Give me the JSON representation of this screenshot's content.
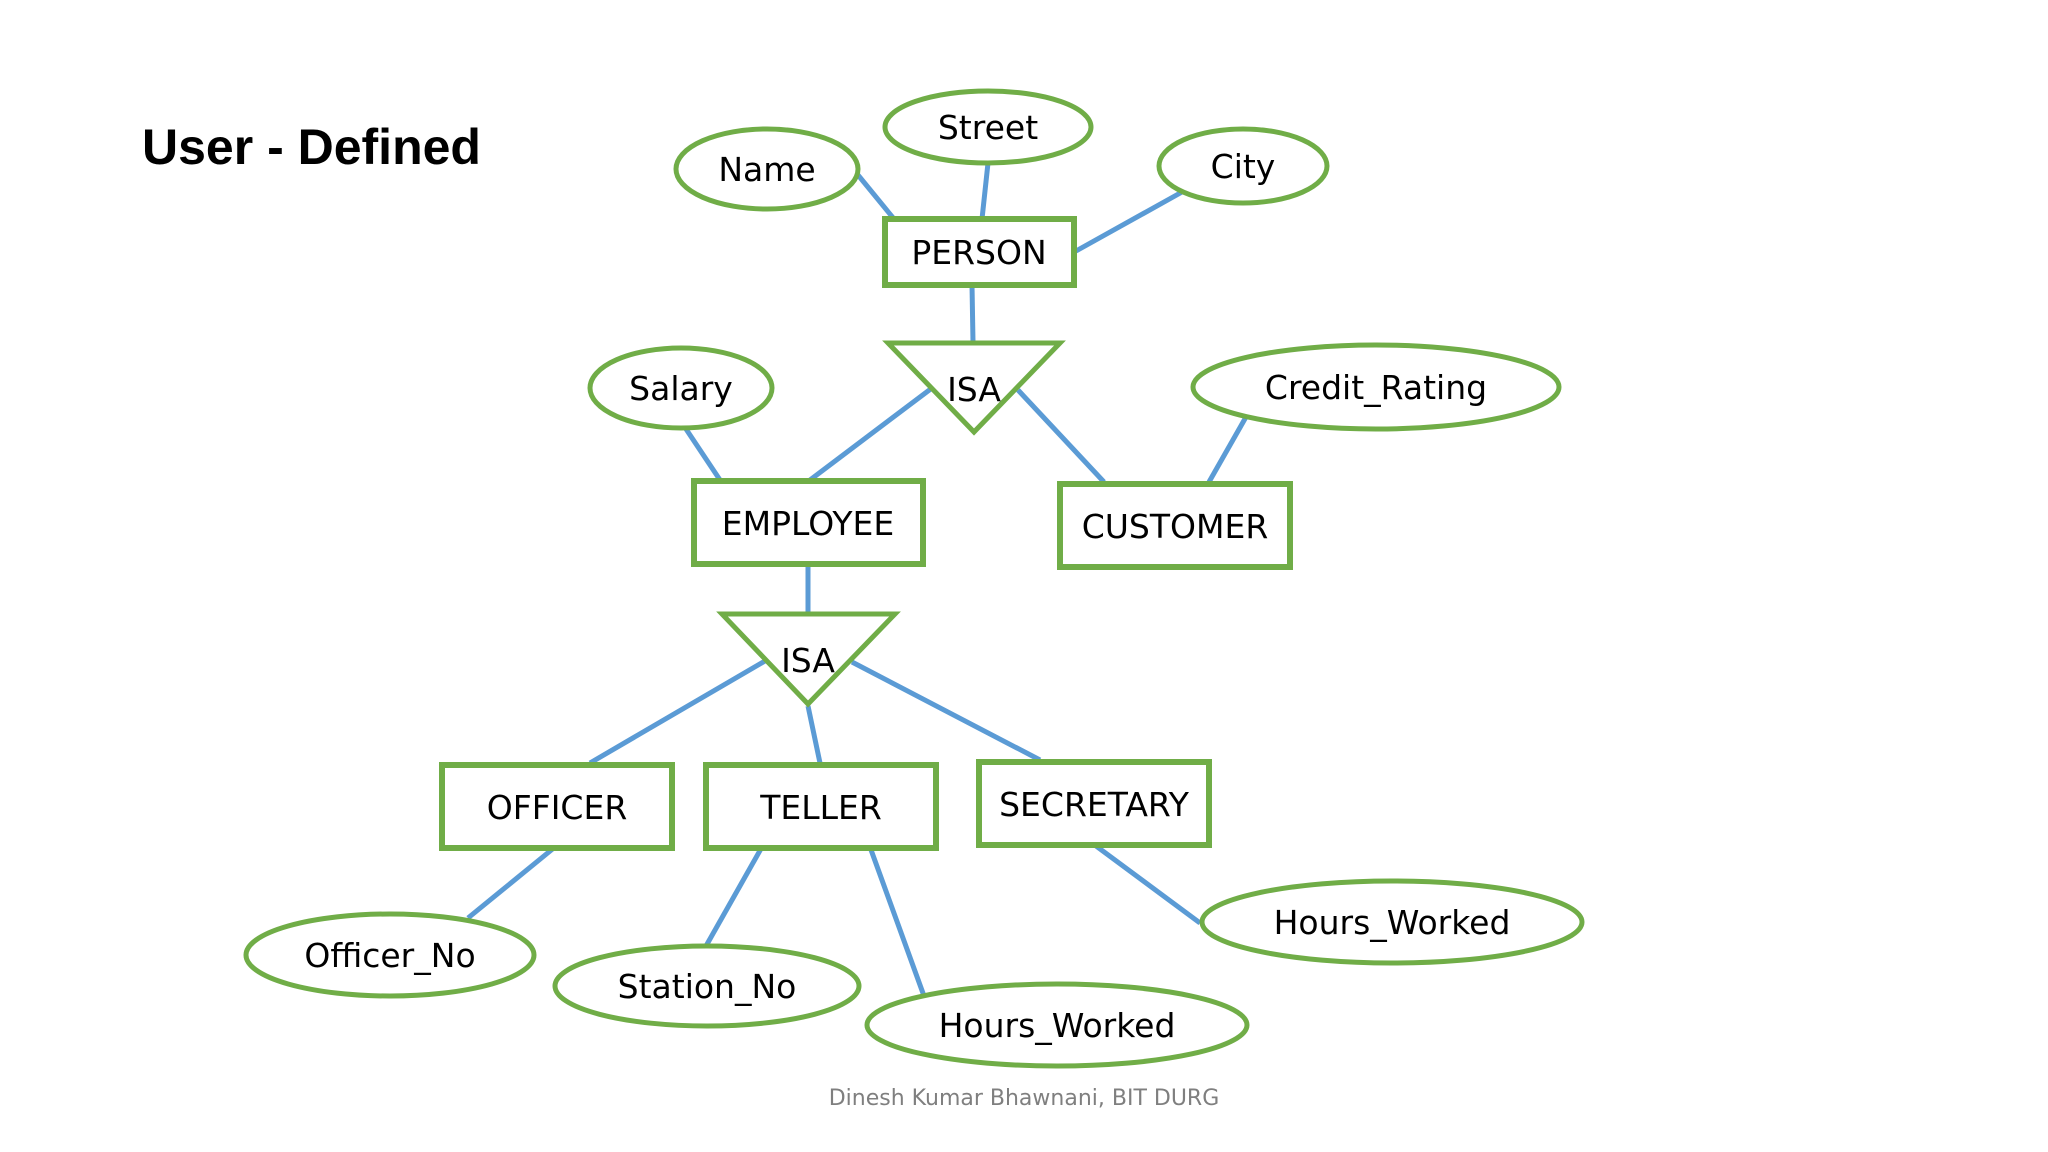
{
  "title": "User - Defined",
  "footer": "Dinesh Kumar Bhawnani, BIT DURG",
  "colors": {
    "shape_stroke": "#70ad47",
    "connector": "#5b9bd5",
    "text": "#000000",
    "footer": "#7f7f7f"
  },
  "entities": {
    "person": "PERSON",
    "employee": "EMPLOYEE",
    "customer": "CUSTOMER",
    "officer": "OFFICER",
    "teller": "TELLER",
    "secretary": "SECRETARY"
  },
  "attributes": {
    "name": "Name",
    "street": "Street",
    "city": "City",
    "salary": "Salary",
    "credit_rating": "Credit_Rating",
    "officer_no": "Officer_No",
    "station_no": "Station_No",
    "teller_hours_worked": "Hours_Worked",
    "secretary_hours_worked": "Hours_Worked"
  },
  "isa": {
    "person_isa": "ISA",
    "employee_isa": "ISA"
  }
}
